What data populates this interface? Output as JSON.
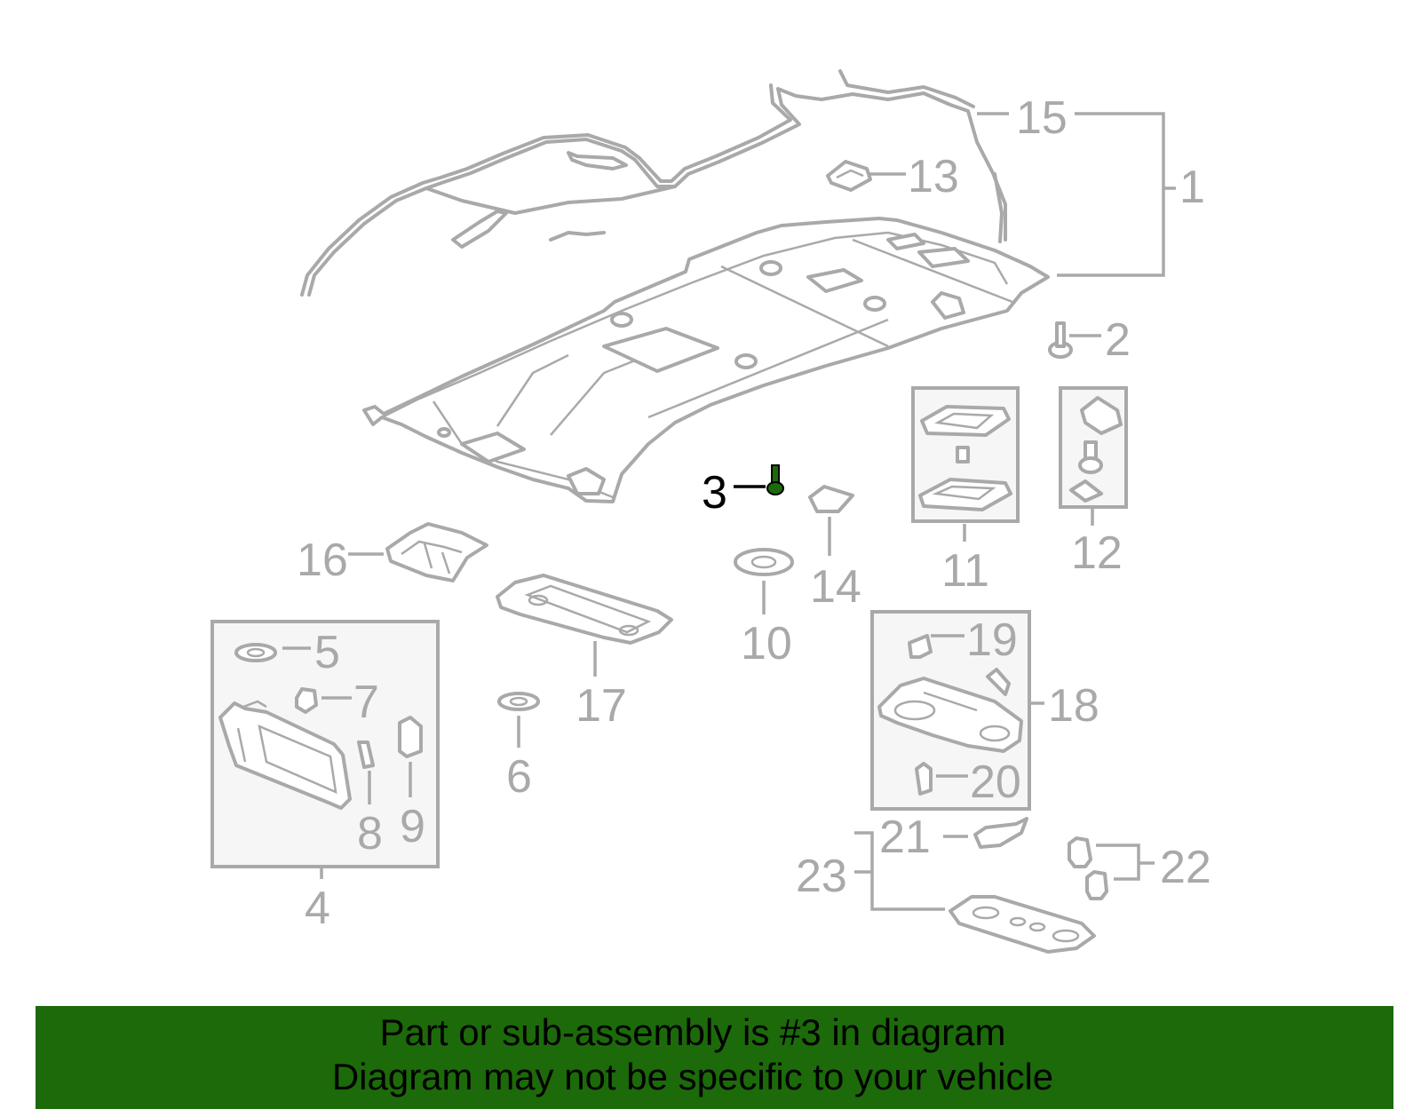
{
  "diagram": {
    "highlight_color": "#1c6a0a",
    "callouts": [
      "1",
      "2",
      "3",
      "4",
      "5",
      "6",
      "7",
      "8",
      "9",
      "10",
      "11",
      "12",
      "13",
      "14",
      "15",
      "16",
      "17",
      "18",
      "19",
      "20",
      "21",
      "22",
      "23"
    ],
    "highlighted_part": "3"
  },
  "banner": {
    "background": "#1c6a0a",
    "line1": "Part or sub-assembly is #3 in diagram",
    "line2": "Diagram may not be specific to your vehicle"
  }
}
